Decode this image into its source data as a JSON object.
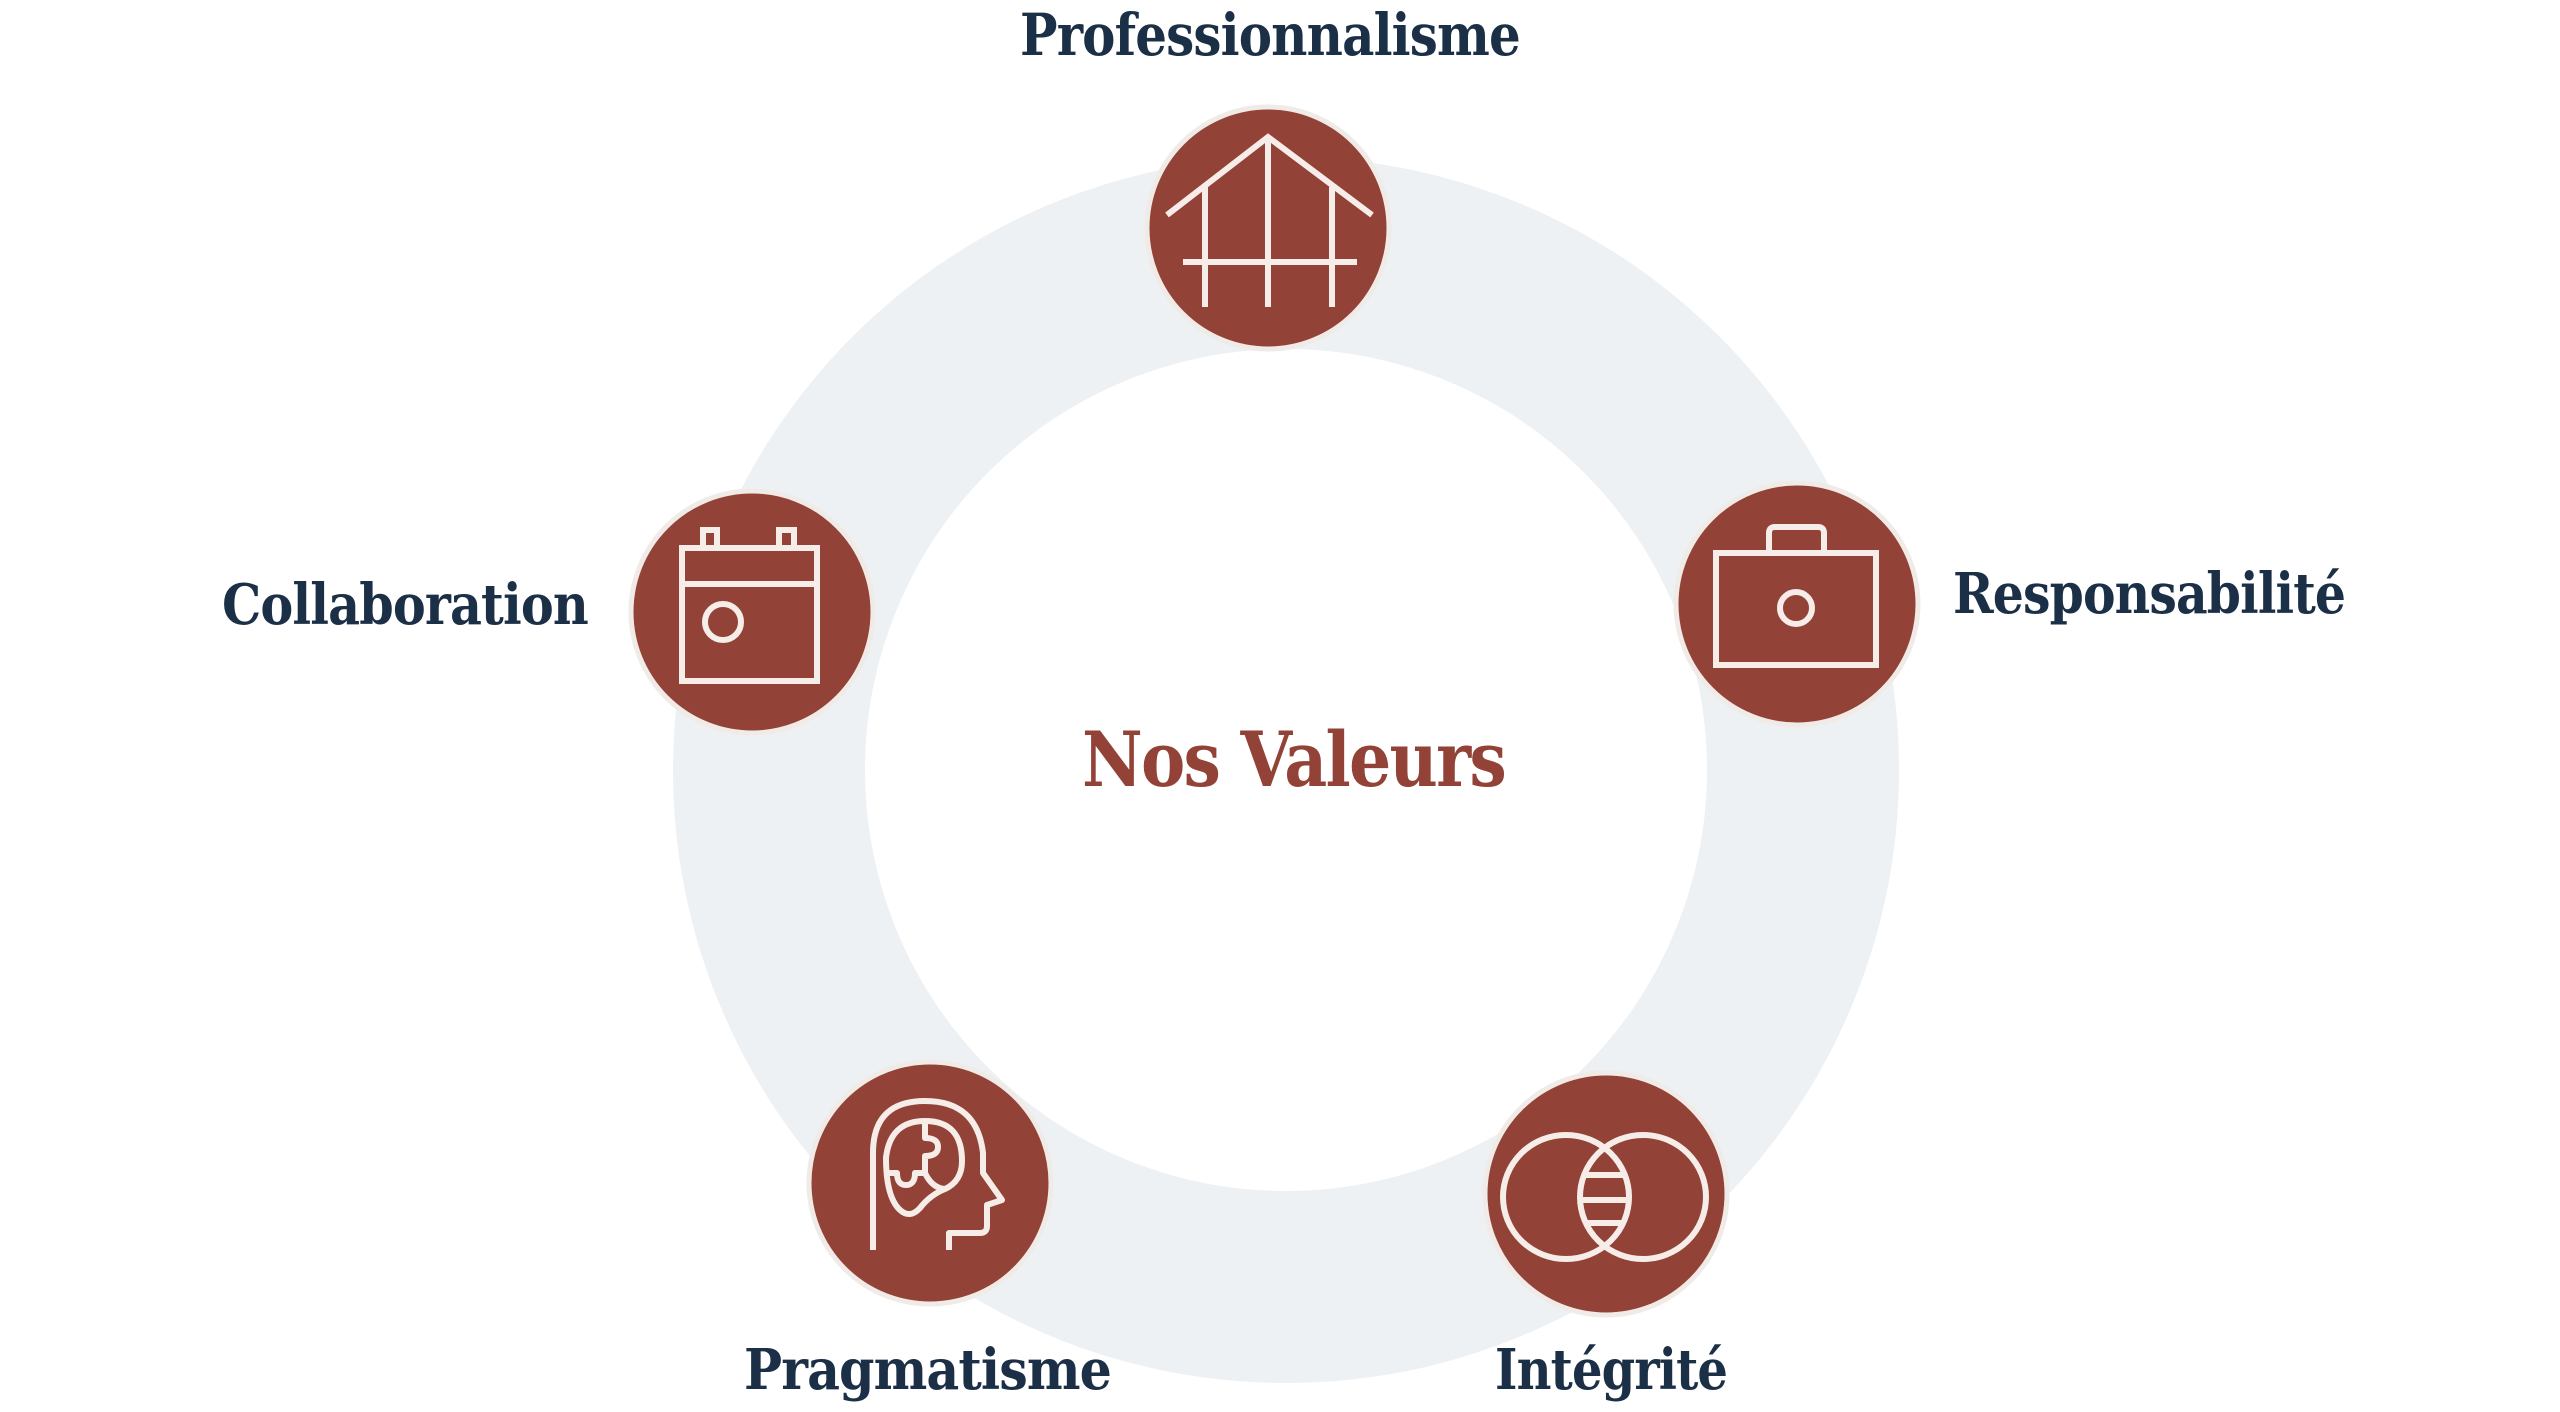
{
  "diagram": {
    "type": "cycle",
    "title": "Nos Valeurs",
    "colors": {
      "ring": "#eef1f4",
      "node_fill": "#924237",
      "node_border": "#f3ebe7",
      "icon_stroke": "#f6ece8",
      "label_text": "#1b3047",
      "title_text": "#924237"
    },
    "values": [
      {
        "label": "Professionnalisme",
        "icon": "house-frame-icon"
      },
      {
        "label": "Responsabilité",
        "icon": "briefcase-icon"
      },
      {
        "label": "Intégrité",
        "icon": "venn-diagram-icon"
      },
      {
        "label": "Pragmatisme",
        "icon": "head-puzzle-icon"
      },
      {
        "label": "Collaboration",
        "icon": "calendar-icon"
      }
    ]
  }
}
